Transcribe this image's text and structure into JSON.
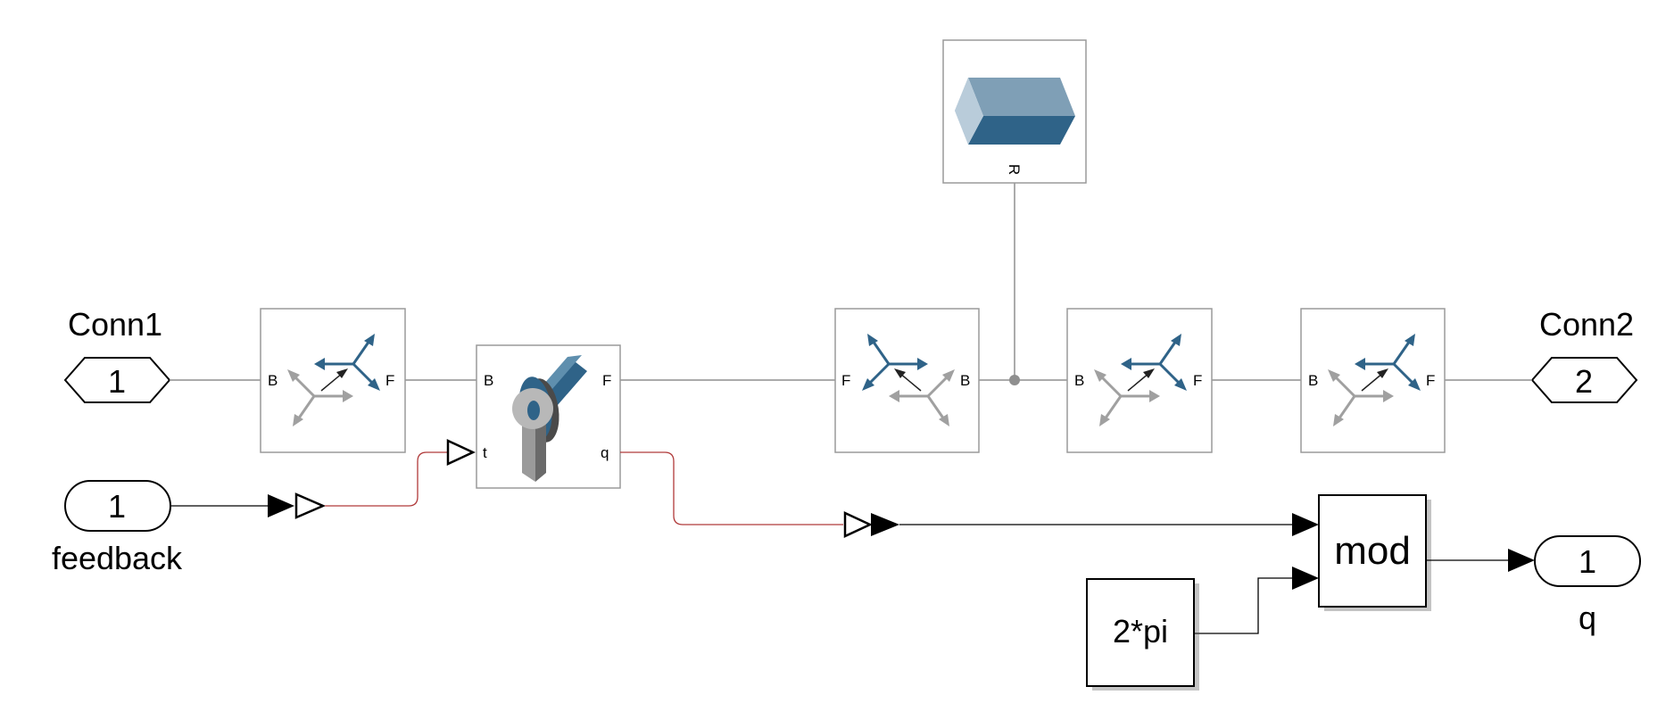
{
  "ports": {
    "conn1": {
      "label": "Conn1",
      "number": "1"
    },
    "conn2": {
      "label": "Conn2",
      "number": "2"
    },
    "feedback": {
      "label": "feedback",
      "number": "1"
    },
    "q_out": {
      "label": "q",
      "number": "1"
    }
  },
  "transform1": {
    "left_port": "B",
    "right_port": "F"
  },
  "revolute_joint": {
    "left_port": "B",
    "right_port": "F",
    "input_port": "t",
    "output_port": "q"
  },
  "transform2": {
    "left_port": "F",
    "right_port": "B"
  },
  "transform3": {
    "left_port": "B",
    "right_port": "F"
  },
  "transform4": {
    "left_port": "B",
    "right_port": "F"
  },
  "solid": {
    "port": "R"
  },
  "mod_block": {
    "label": "mod"
  },
  "constant_block": {
    "label": "2*pi"
  },
  "colors": {
    "frame_blue": "#2f6388",
    "frame_gray": "#a0a0a0",
    "physical_signal": "#b03a3a",
    "block_border": "#9a9a9a"
  }
}
